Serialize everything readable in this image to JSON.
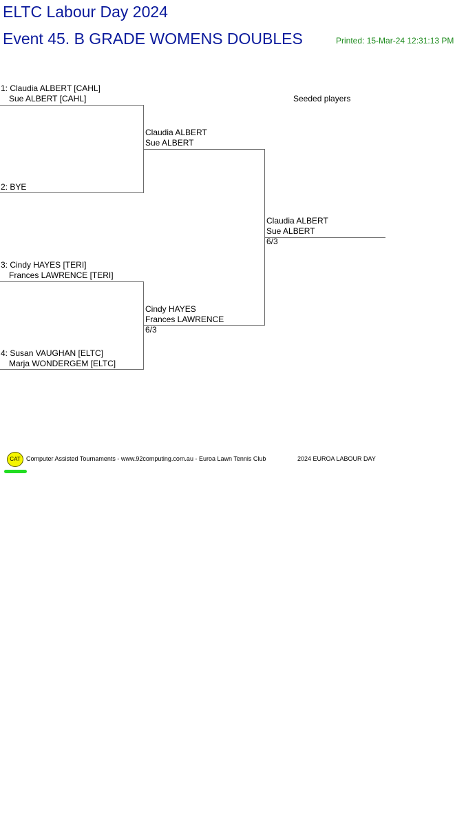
{
  "header": {
    "tournament_title": "ELTC Labour Day 2024",
    "event_title": "Event 45. B GRADE WOMENS DOUBLES",
    "printed": "Printed: 15-Mar-24 12:31:13 PM"
  },
  "seeded_label": "Seeded players",
  "round1": [
    {
      "line1": "1: Claudia ALBERT [CAHL]",
      "line2": "Sue ALBERT [CAHL]"
    },
    {
      "line1": "2: BYE",
      "line2": ""
    },
    {
      "line1": "3: Cindy HAYES [TERI]",
      "line2": "Frances LAWRENCE [TERI]"
    },
    {
      "line1": "4: Susan VAUGHAN [ELTC]",
      "line2": "Marja WONDERGEM [ELTC]"
    }
  ],
  "round2": [
    {
      "line1": "Claudia ALBERT",
      "line2": "Sue ALBERT",
      "score": ""
    },
    {
      "line1": "Cindy HAYES",
      "line2": "Frances LAWRENCE",
      "score": "6/3"
    }
  ],
  "final": {
    "line1": "Claudia ALBERT",
    "line2": "Sue ALBERT",
    "score": "6/3"
  },
  "footer": {
    "logo_text": "CAT",
    "credit": "Computer Assisted Tournaments - www.92computing.com.au -  Euroa Lawn Tennis Club",
    "event_name": "2024 EUROA LABOUR DAY"
  },
  "colors": {
    "title": "#0b1a9c",
    "printed": "#1c8a1c",
    "logo": "#f5f500",
    "swoosh": "#22dd22"
  }
}
